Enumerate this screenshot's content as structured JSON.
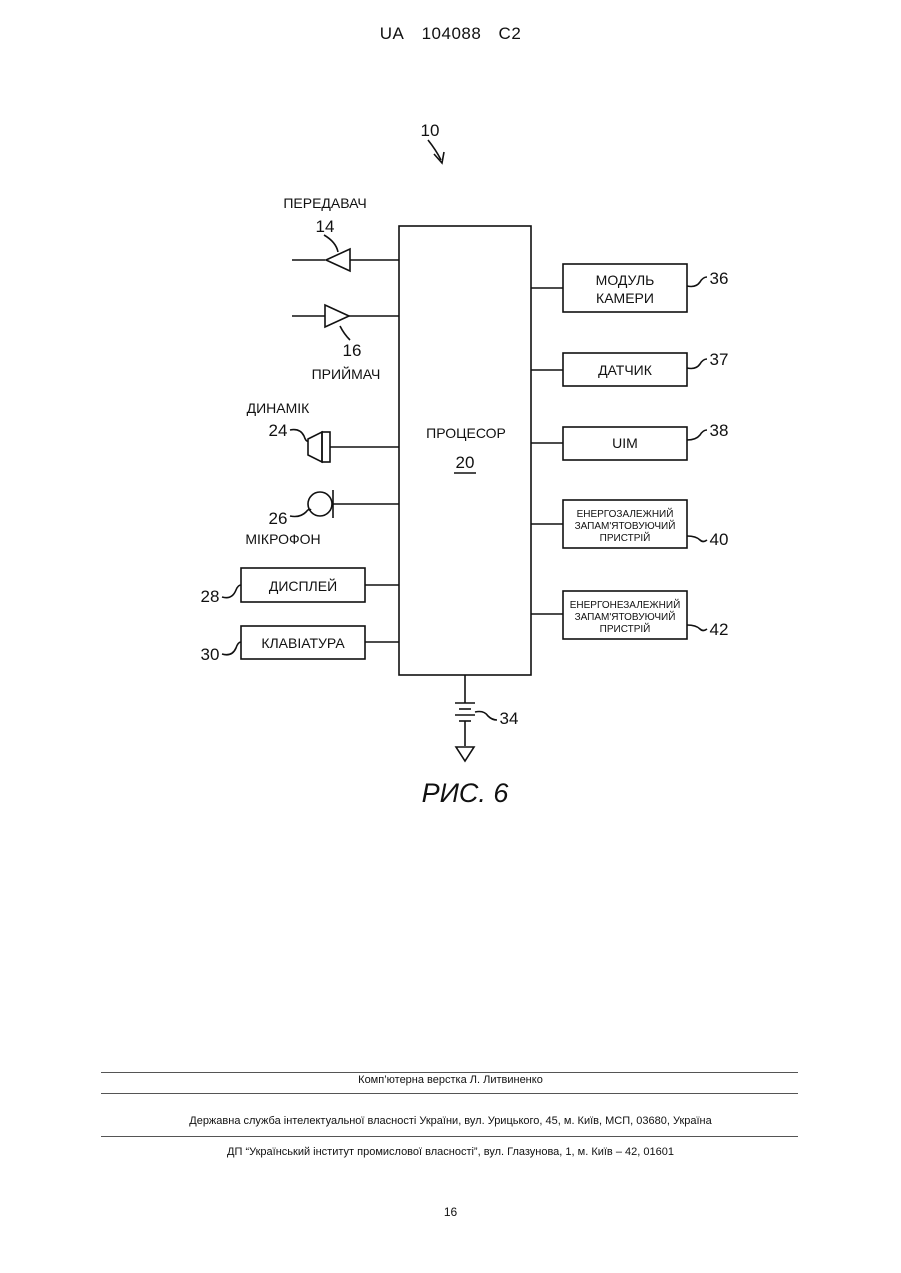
{
  "header": {
    "country": "UA",
    "number": "104088",
    "kind": "C2"
  },
  "figure": {
    "device_ref": "10",
    "processor": {
      "label": "ПРОЦЕСОР",
      "ref": "20"
    },
    "transmitter": {
      "label": "ПЕРЕДАВАЧ",
      "ref": "14"
    },
    "receiver": {
      "label": "ПРИЙМАЧ",
      "ref": "16"
    },
    "speaker": {
      "label": "ДИНАМІК",
      "ref": "24"
    },
    "microphone": {
      "label": "МІКРОФОН",
      "ref": "26"
    },
    "display": {
      "label": "ДИСПЛЕЙ",
      "ref": "28"
    },
    "keyboard": {
      "label": "КЛАВІАТУРА",
      "ref": "30"
    },
    "battery": {
      "ref": "34"
    },
    "camera": {
      "line1": "МОДУЛЬ",
      "line2": "КАМЕРИ",
      "ref": "36"
    },
    "sensor": {
      "label": "ДАТЧИК",
      "ref": "37"
    },
    "uim": {
      "label": "UIM",
      "ref": "38"
    },
    "volatile_memory": {
      "line1": "ЕНЕРГОЗАЛЕЖНИЙ",
      "line2": "ЗАПАМ'ЯТОВУЮЧИЙ",
      "line3": "ПРИСТРІЙ",
      "ref": "40"
    },
    "nonvolatile_memory": {
      "line1": "ЕНЕРГОНЕЗАЛЕЖНИЙ",
      "line2": "ЗАПАМ'ЯТОВУЮЧИЙ",
      "line3": "ПРИСТРІЙ",
      "ref": "42"
    },
    "caption": "РИС. 6"
  },
  "footer": {
    "layout_credit": "Комп’ютерна верстка Л. Литвиненко",
    "agency": "Державна служба інтелектуальної власності України, вул. Урицького, 45, м. Київ, МСП, 03680, Україна",
    "institute": "ДП “Український інститут промислової власності”, вул. Глазунова, 1, м. Київ – 42, 01601"
  },
  "page_number": "16"
}
